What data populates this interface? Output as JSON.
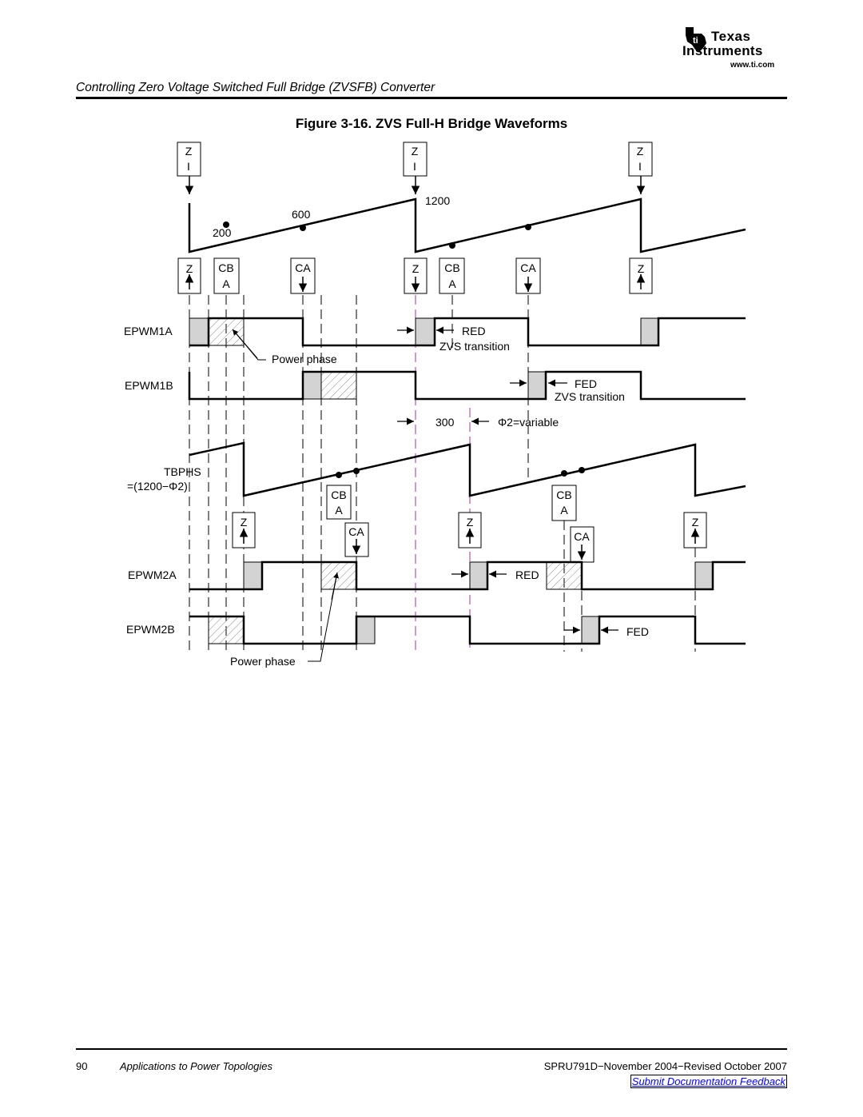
{
  "logo": {
    "line1": "Texas",
    "line2": "Instruments",
    "url": "www.ti.com"
  },
  "header": {
    "title": "Controlling Zero Voltage Switched Full Bridge (ZVSFB) Converter"
  },
  "figure": {
    "caption": "Figure 3-16. ZVS Full-H Bridge Waveforms",
    "counter_values": {
      "v200": "200",
      "v600": "600",
      "v1200": "1200",
      "v300": "300"
    },
    "event_labels": {
      "z": "Z",
      "i": "I",
      "cb": "CB",
      "ca": "CA",
      "a": "A"
    },
    "signals": {
      "epwm1a": "EPWM1A",
      "epwm1b": "EPWM1B",
      "tbphs": "TBPHS",
      "tbphs_eq": "=(1200−Φ2)",
      "epwm2a": "EPWM2A",
      "epwm2b": "EPWM2B"
    },
    "annotations": {
      "power_phase": "Power phase",
      "red": "RED",
      "fed": "FED",
      "zvs_transition": "ZVS transition",
      "phi2": "Φ2=variable"
    }
  },
  "footer": {
    "page_number": "90",
    "section": "Applications to Power Topologies",
    "doc_id": "SPRU791D−November 2004−Revised October 2007",
    "feedback_link": "Submit Documentation Feedback"
  },
  "colors": {
    "purple_guide": "#9b3b9b",
    "shade_gray": "#d3d3d3",
    "link_blue": "#0000ff"
  }
}
